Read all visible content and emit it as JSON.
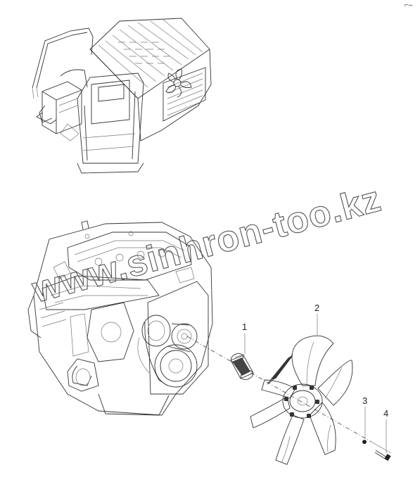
{
  "watermark": {
    "text": "www.sinhron-too.kz"
  },
  "corner_mark": "⌐–",
  "callouts": [
    {
      "id": "1",
      "label": "1"
    },
    {
      "id": "2",
      "label": "2"
    },
    {
      "id": "3",
      "label": "3"
    },
    {
      "id": "4",
      "label": "4"
    }
  ]
}
